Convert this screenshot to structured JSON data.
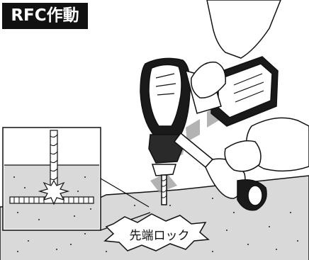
{
  "title": {
    "label": "RFC作動",
    "bg_color": "#111111",
    "text_color": "#ffffff"
  },
  "callout": {
    "label": "先端ロック"
  },
  "colors": {
    "concrete": "#d9d9d9",
    "ink": "#111111",
    "paper": "#ffffff",
    "arrow_gray": "#9a9a9a"
  },
  "icons": {
    "drill": "cordless-drill-illustration",
    "hands": "gripping-hands-illustration",
    "inset": "rebar-contact-inset"
  }
}
